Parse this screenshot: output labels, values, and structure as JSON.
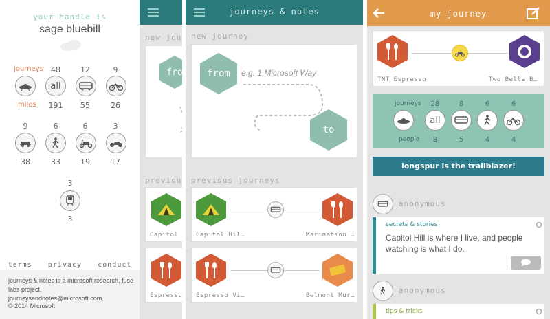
{
  "panel1": {
    "handle_label": "your handle is",
    "handle": "sage bluebill",
    "journeys_label": "journeys",
    "miles_label": "miles",
    "row1": [
      {
        "icon": "ufo-icon",
        "journeys": "",
        "miles": ""
      },
      {
        "icon": "all",
        "label": "all",
        "journeys": "48",
        "miles": "191"
      },
      {
        "icon": "bus-icon",
        "journeys": "12",
        "miles": "55"
      },
      {
        "icon": "bike-icon",
        "journeys": "9",
        "miles": "26"
      }
    ],
    "row2": [
      {
        "icon": "car-icon",
        "journeys": "9",
        "miles": "38"
      },
      {
        "icon": "walk-icon",
        "journeys": "6",
        "miles": "33"
      },
      {
        "icon": "scooter-icon",
        "journeys": "6",
        "miles": "19"
      },
      {
        "icon": "motorcycle-icon",
        "journeys": "3",
        "miles": "17"
      }
    ],
    "row3": [
      {
        "icon": "train-icon",
        "journeys": "3",
        "miles": "3"
      }
    ],
    "links": [
      "terms",
      "privacy",
      "conduct"
    ],
    "about": "journeys & notes is a microsoft research, fuse labs project. journeysandnotes@microsoft.com.",
    "copyright": "© 2014 Microsoft"
  },
  "panel2": {
    "section_new": "new jou",
    "hex_from": "fro",
    "section_prev": "previou",
    "item1_label": "Capitol",
    "item2_label": "Espresso"
  },
  "panel3": {
    "title": "journeys & notes",
    "section_new": "new journey",
    "from_label": "from",
    "from_placeholder": "e.g. 1 Microsoft Way",
    "to_label": "to",
    "section_prev": "previous journeys",
    "journeys": [
      {
        "from": "Capitol Hil…",
        "to": "Marination …"
      },
      {
        "from": "Espresso Vi…",
        "to": "Belmont Mur…"
      }
    ]
  },
  "panel4": {
    "title": "my journey",
    "from": "TNT Espresso",
    "to": "Two Bells B…",
    "journeys_label": "journeys",
    "people_label": "people",
    "stats": [
      {
        "icon": "ufo-icon",
        "journeys": "",
        "people": ""
      },
      {
        "icon": "all",
        "label": "all",
        "journeys": "28",
        "people": "8"
      },
      {
        "icon": "bus-icon",
        "journeys": "8",
        "people": "5"
      },
      {
        "icon": "walk-icon",
        "journeys": "6",
        "people": "4"
      },
      {
        "icon": "bike-icon",
        "journeys": "6",
        "people": "4"
      }
    ],
    "trailblazer": "longspur is the trailblazer!",
    "anon1": "anonymous",
    "note_tag": "secrets & stories",
    "note_text": "Capitol Hill is where I live, and people watching is what I do.",
    "anon2": "anonymous",
    "note2_tag": "tips & tricks"
  },
  "colors": {
    "teal_dark": "#2b7b7c",
    "orange": "#e29a4c",
    "teal_light": "#8fc4b4",
    "accent": "#e07a4f"
  }
}
